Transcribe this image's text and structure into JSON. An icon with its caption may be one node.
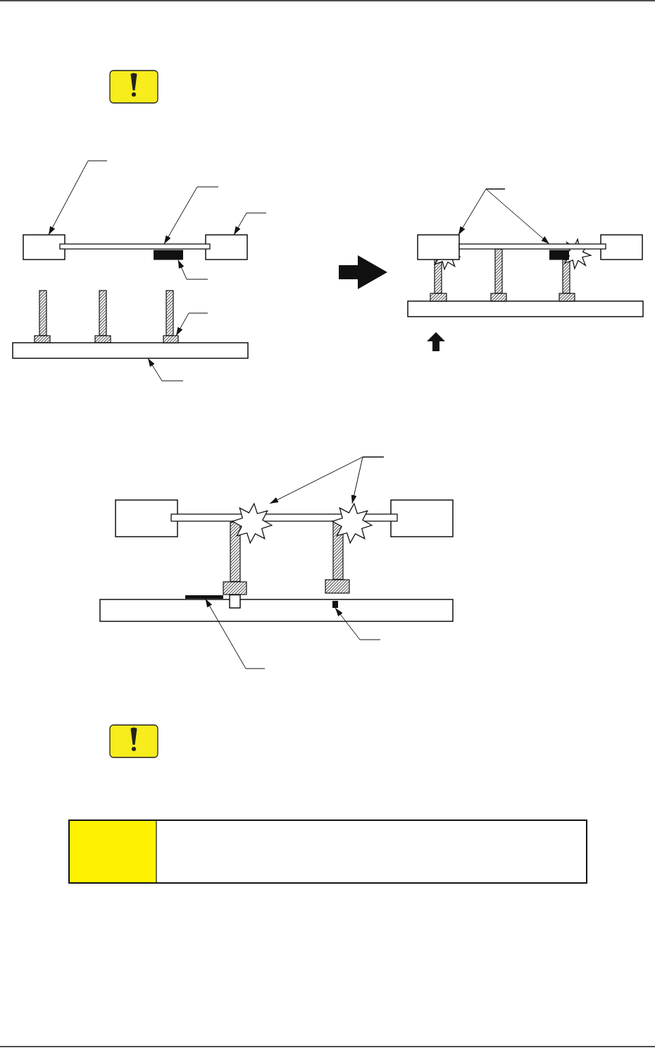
{
  "diagram": {
    "nodes": [
      {
        "text": [],
        "shape": "box"
      },
      {
        "text": [],
        "shape": "bar"
      },
      {
        "text": [],
        "shape": "box"
      },
      {
        "text": [],
        "shape": "block"
      },
      {
        "text": [],
        "shape": "pad"
      },
      {
        "text": [],
        "shape": "box"
      },
      {
        "text": [],
        "shape": "box"
      },
      {
        "text": [],
        "shape": "bar"
      },
      {
        "text": [],
        "shape": "star"
      },
      {
        "text": [],
        "shape": "star"
      },
      {
        "text": [],
        "shape": "block",
        "in": 20
      },
      {
        "text": [],
        "shape": "block"
      },
      {
        "text": [],
        "shape": "box"
      },
      {
        "text": [],
        "shape": "bar"
      },
      {
        "text": [],
        "shape": "box"
      },
      {
        "text": [],
        "shape": "pad"
      },
      {
        "text": [],
        "shape": "pad"
      },
      {
        "text": [],
        "shape": "pad"
      },
      {
        "text": [],
        "shape": "pad"
      },
      {
        "text": [],
        "shape": "box"
      },
      {
        "text": [],
        "shape": "box"
      }
    ],
    "edges": [
      {
        "from": null,
        "to": 0,
        "arrow": "to"
      },
      {
        "from": null,
        "to": 1,
        "arrow": "to"
      },
      {
        "from": null,
        "to": 2,
        "arrow": "to"
      },
      {
        "from": null,
        "to": 3,
        "arrow": "to"
      },
      {
        "from": null,
        "to": 4,
        "arrow": "to"
      },
      {
        "from": null,
        "to": 5,
        "arrow": "to"
      },
      {
        "from": null,
        "to": 6,
        "arrow": "to"
      },
      {
        "from": null,
        "to": 7,
        "arrow": "to"
      },
      {
        "from": null,
        "to": 8,
        "arrow": "to"
      },
      {
        "from": null,
        "to": 9,
        "arrow": "to"
      },
      {
        "from": null,
        "to": 10,
        "arrow": "to"
      },
      {
        "from": null,
        "to": 11,
        "arrow": "to"
      }
    ]
  }
}
